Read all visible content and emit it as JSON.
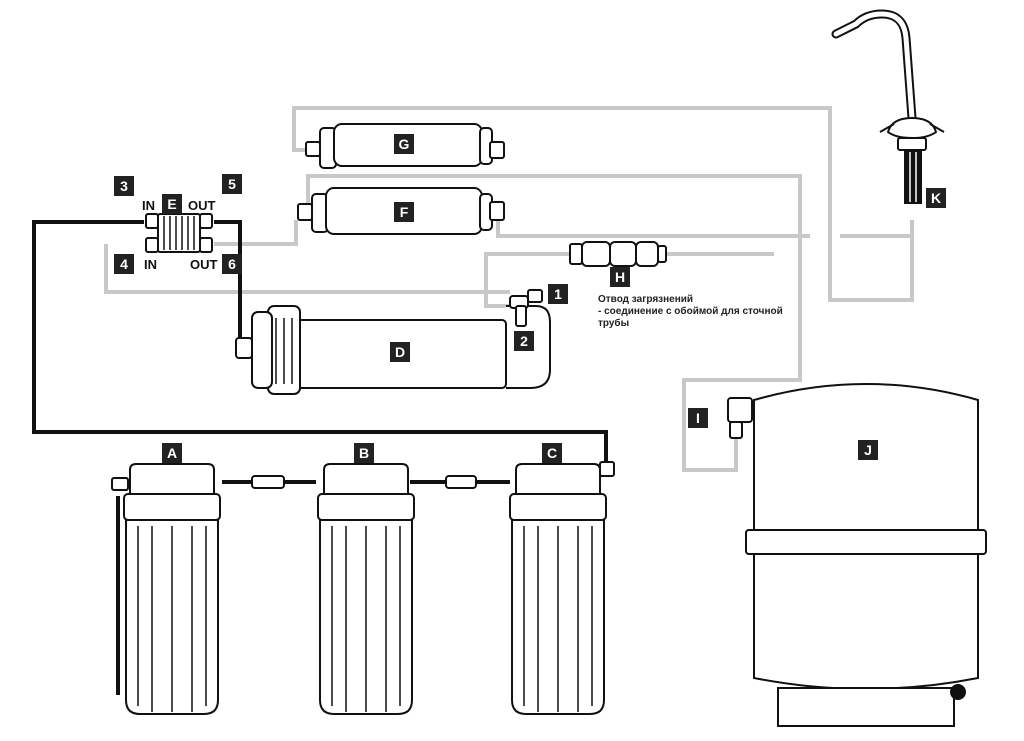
{
  "labels": {
    "A": "A",
    "B": "B",
    "C": "C",
    "D": "D",
    "E": "E",
    "F": "F",
    "G": "G",
    "H": "H",
    "I": "I",
    "J": "J",
    "K": "K",
    "n1": "1",
    "n2": "2",
    "n3": "3",
    "n4": "4",
    "n5": "5",
    "n6": "6"
  },
  "ports": {
    "in_top": "IN",
    "out_top": "OUT",
    "in_bottom": "IN",
    "out_bottom": "OUT"
  },
  "note": {
    "line1": "Отвод загрязнений",
    "line2": "- соединение с обоймой для сточной",
    "line3": "трубы"
  },
  "colors": {
    "black_tube": "#111111",
    "gray_tube": "#c8c8c8",
    "badge": "#222222"
  }
}
